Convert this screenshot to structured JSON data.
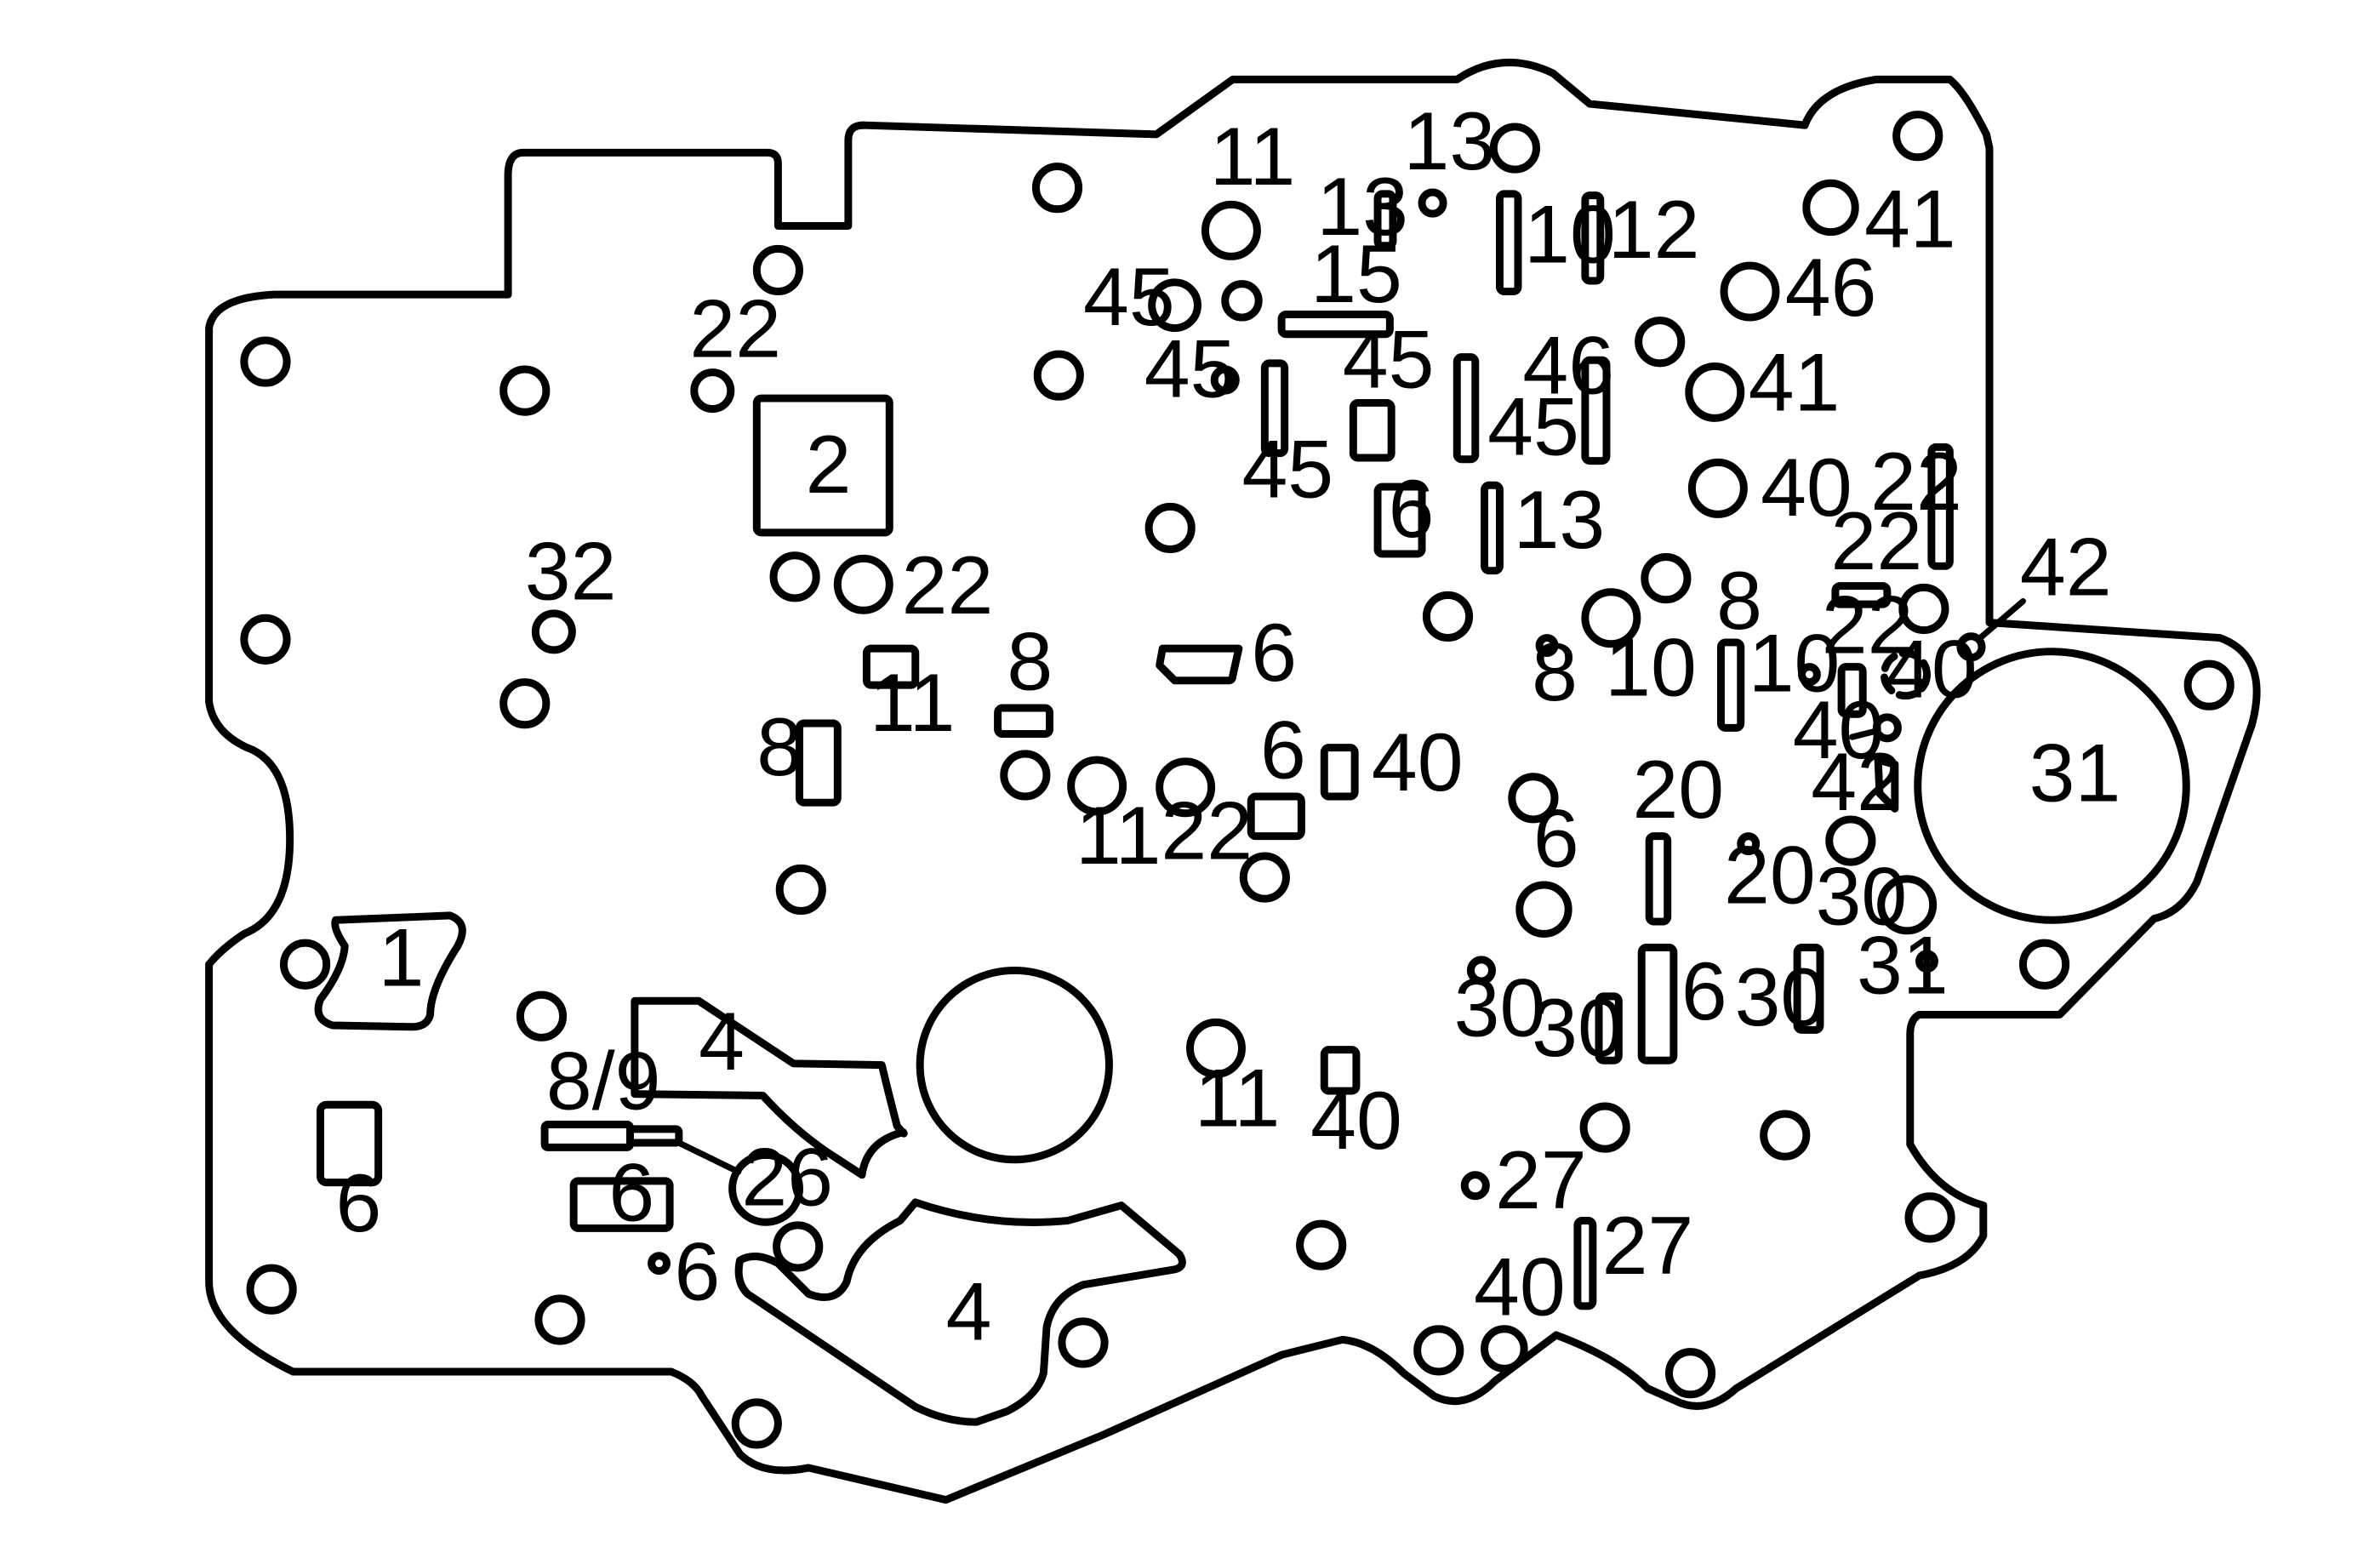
{
  "labels": {
    "l_1": "1",
    "l_2": "2",
    "l_4a": "4",
    "l_4b": "4",
    "l_6_boxleft": "6",
    "l_6_boxtop": "6",
    "l_6_a": "6",
    "l_6_b": "6",
    "l_6_c": "6",
    "l_6_d": "6",
    "l_6_e": "6",
    "l_6_f": "6",
    "l_89": "8/9",
    "l_8_a": "8",
    "l_8_b": "8",
    "l_8_c": "8",
    "l_8_d": "8",
    "l_10_a": "10",
    "l_10_b": "10",
    "l_10_c": "10",
    "l_11_a": "11",
    "l_11_b": "11",
    "l_11_c": "11",
    "l_11_d": "11",
    "l_12": "12",
    "l_13_a": "13",
    "l_13_b": "13",
    "l_13_c": "13",
    "l_15": "15",
    "l_20_a": "20",
    "l_20_b": "20",
    "l_22_a": "22",
    "l_22_b": "22",
    "l_22_c": "22",
    "l_22_d": "22",
    "l_22_e": "22",
    "l_22_f": "22",
    "l_26": "26",
    "l_27_a": "27",
    "l_27_b": "27",
    "l_30_a": "30",
    "l_30_b": "30",
    "l_30_c": "30",
    "l_30_d": "30",
    "l_31_big": "31",
    "l_31_small": "31",
    "l_32": "32",
    "l_40_a": "40",
    "l_40_b": "40",
    "l_40_c": "40",
    "l_40_d": "40",
    "l_40_e": "40",
    "l_40_f": "40",
    "l_41_a": "41",
    "l_41_b": "41",
    "l_42_a": "42",
    "l_42_b": "42",
    "l_45_a": "45",
    "l_45_b": "45",
    "l_45_c": "45",
    "l_45_d": "45",
    "l_45_e": "45",
    "l_46_a": "46",
    "l_46_b": "46"
  }
}
